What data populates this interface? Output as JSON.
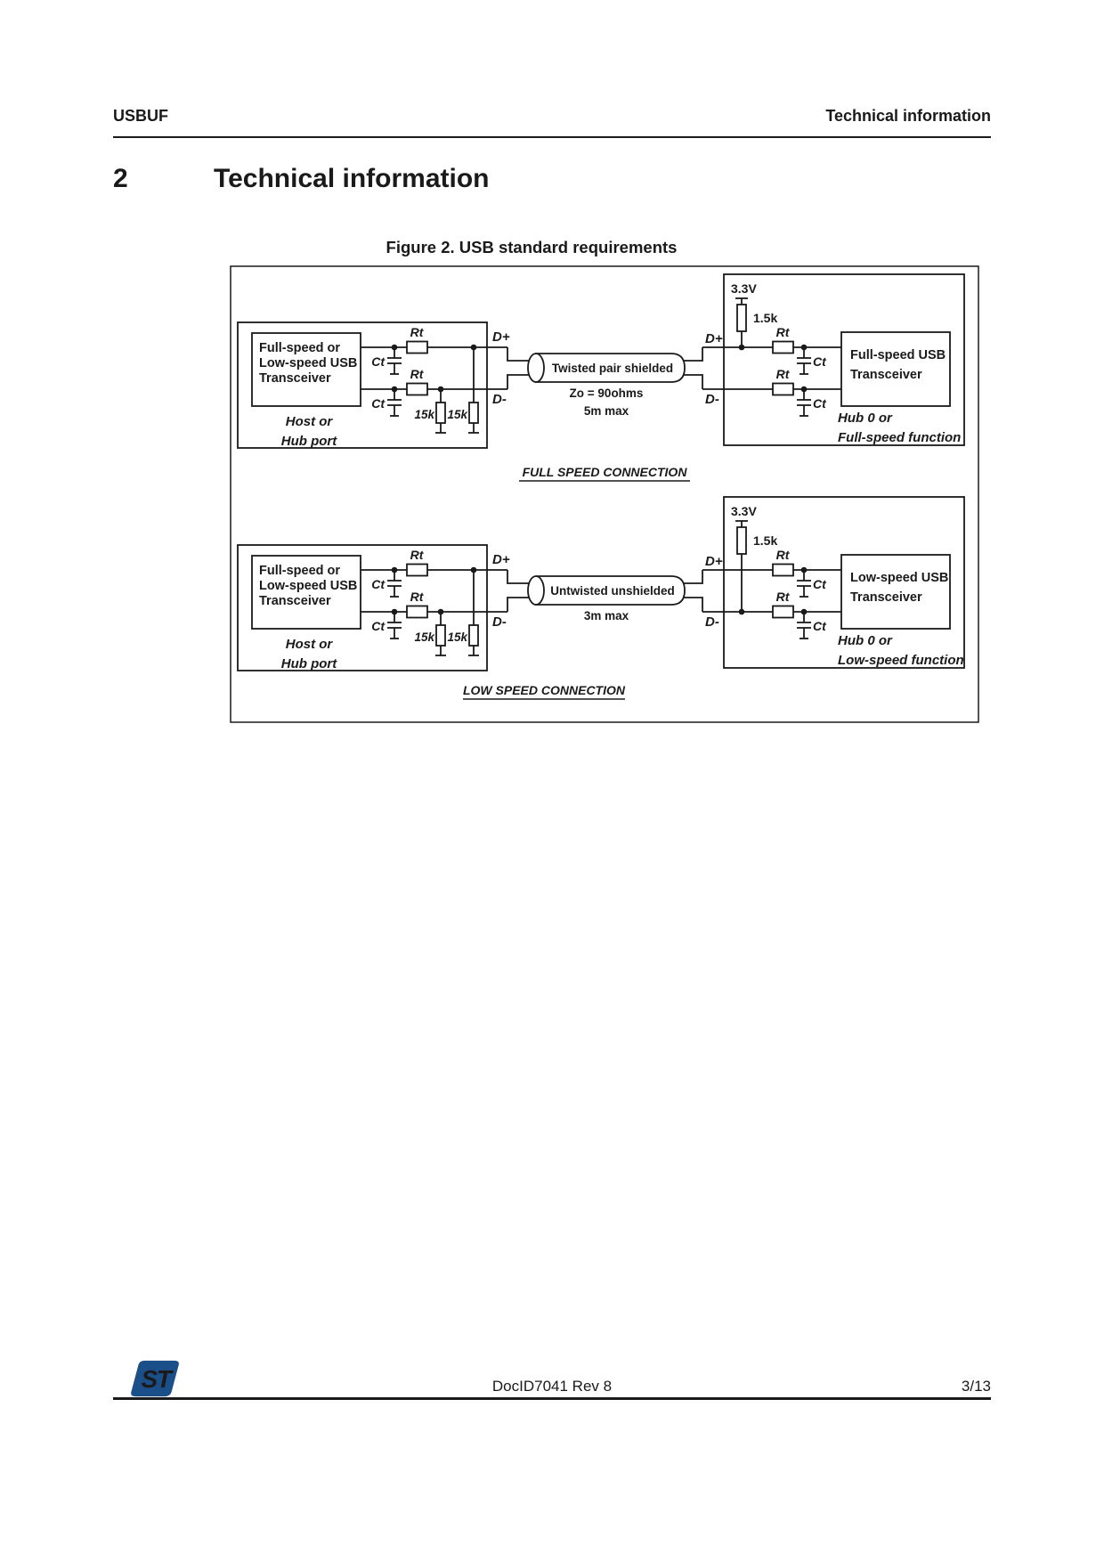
{
  "header": {
    "product": "USBUF",
    "running_title": "Technical information"
  },
  "heading": {
    "number": "2",
    "title": "Technical information"
  },
  "figure": {
    "caption": "Figure 2. USB standard requirements",
    "full_speed": {
      "host_box": [
        "Full-speed or",
        "Low-speed USB",
        "Transceiver"
      ],
      "host_label": [
        "Host or",
        "Hub port"
      ],
      "rt": "Rt",
      "ct": "Ct",
      "pulldown": "15k",
      "d_plus": "D+",
      "d_minus": "D-",
      "cable": "Twisted pair shielded",
      "cable_impedance": "Zo = 90ohms",
      "cable_length": "5m max",
      "supply": "3.3V",
      "pullup": "1.5k",
      "device_box": [
        "Full-speed USB",
        "Transceiver"
      ],
      "device_label": [
        "Hub 0 or",
        "Full-speed function"
      ],
      "caption": "FULL SPEED CONNECTION"
    },
    "low_speed": {
      "host_box": [
        "Full-speed or",
        "Low-speed USB",
        "Transceiver"
      ],
      "host_label": [
        "Host or",
        "Hub port"
      ],
      "rt": "Rt",
      "ct": "Ct",
      "pulldown": "15k",
      "d_plus": "D+",
      "d_minus": "D-",
      "cable": "Untwisted unshielded",
      "cable_length": "3m max",
      "supply": "3.3V",
      "pullup": "1.5k",
      "device_box": [
        "Low-speed USB",
        "Transceiver"
      ],
      "device_label": [
        "Hub 0 or",
        "Low-speed function"
      ],
      "caption": "LOW SPEED CONNECTION"
    }
  },
  "footer": {
    "logo_text": "ST",
    "logo_color": "#1b4f8a",
    "doc_id": "DocID7041 Rev 8",
    "page_number": "3/13"
  }
}
